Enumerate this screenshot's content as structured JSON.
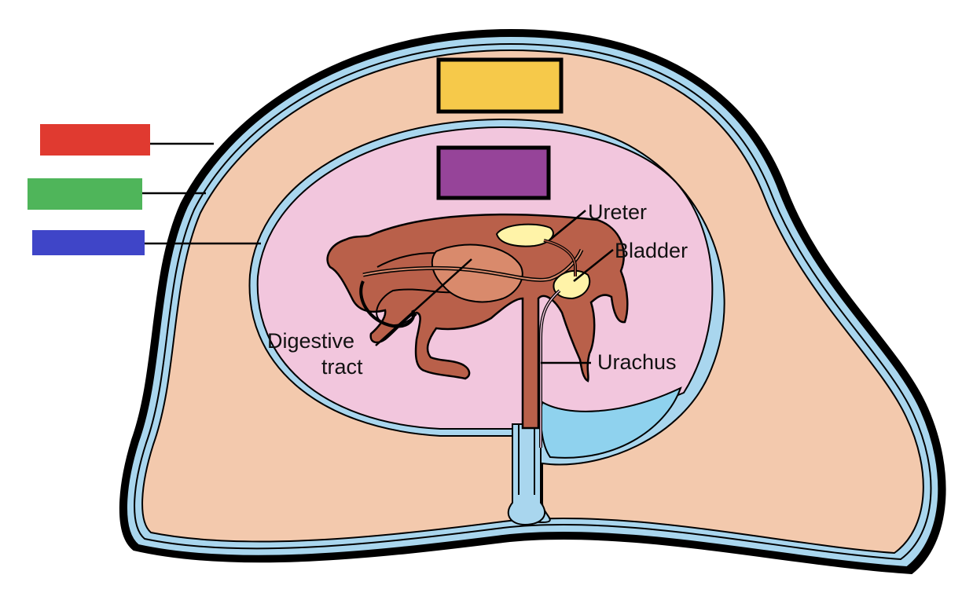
{
  "labels": {
    "ureter": "Ureter",
    "bladder": "Bladder",
    "urachus": "Urachus",
    "digestive_line1": "Digestive",
    "digestive_line2": "tract"
  },
  "blank_label_boxes": [
    {
      "name": "red-label-box",
      "color": "#e03a30"
    },
    {
      "name": "green-label-box",
      "color": "#4fb55a"
    },
    {
      "name": "blue-label-box",
      "color": "#3f45c8"
    },
    {
      "name": "yellow-label-box",
      "color": "#f6c94a"
    },
    {
      "name": "purple-label-box",
      "color": "#964499"
    }
  ],
  "colors": {
    "outline": "#000000",
    "membrane_blue": "#a9d6ee",
    "chorion_tan": "#f3c9ad",
    "amnion_pink": "#f2c6dd",
    "fetus_brown": "#b9604a",
    "fetus_light": "#d98a6c",
    "bladder_yellow": "#fff3a8",
    "fluid_blue": "#8fd2ee"
  }
}
